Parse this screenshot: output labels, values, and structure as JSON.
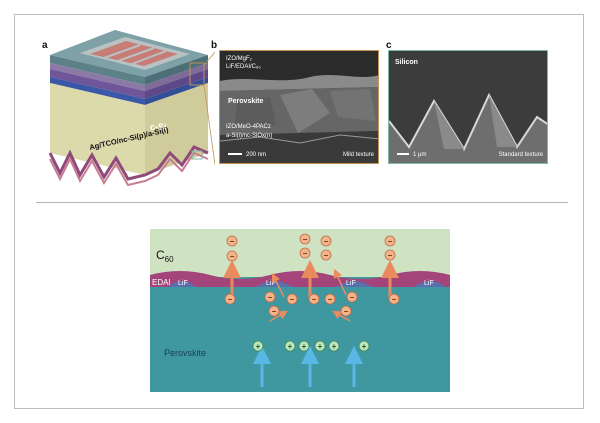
{
  "panels": {
    "a": {
      "label": "a",
      "layer_silicon": "c-Si",
      "bottom_caption": "Ag/TCO/nc-Si(p)/a-Si(i)"
    },
    "b": {
      "label": "b",
      "layer_top_1": "IZO/MgF₂",
      "layer_top_2": "LiF/EDAI/C₆₀",
      "layer_mid": "Perovskite",
      "layer_bot_1": "IZO/MeO-4PACz",
      "layer_bot_2": "a-Si(i)/nc-SiOx(n)",
      "scale_bar": "200 nm",
      "texture": "Mild texture"
    },
    "c": {
      "label": "c",
      "title": "Silicon",
      "scale_bar": "1 μm",
      "texture": "Standard texture"
    }
  },
  "schematic": {
    "c60_label": "C",
    "c60_subscript": "60",
    "edai_label": "EDAI",
    "lif_labels": [
      "LiF",
      "LiF",
      "LiF",
      "LiF"
    ],
    "perovskite_label": "Perovskite",
    "electron_sign": "−",
    "hole_sign": "+"
  },
  "colors": {
    "c60_layer": "#cfe3c3",
    "perovskite_layer": "#3f97a0",
    "edai_band": "#a3457a",
    "lif_band": "#5a6fae",
    "electron_fill": "#f2b48b",
    "hole_fill": "#bfe7bf",
    "arrow_orange": "#e98b5f",
    "arrow_blue": "#59b7e6",
    "panel_b_border": "#c2925a",
    "panel_c_border": "#7fb9a7"
  }
}
